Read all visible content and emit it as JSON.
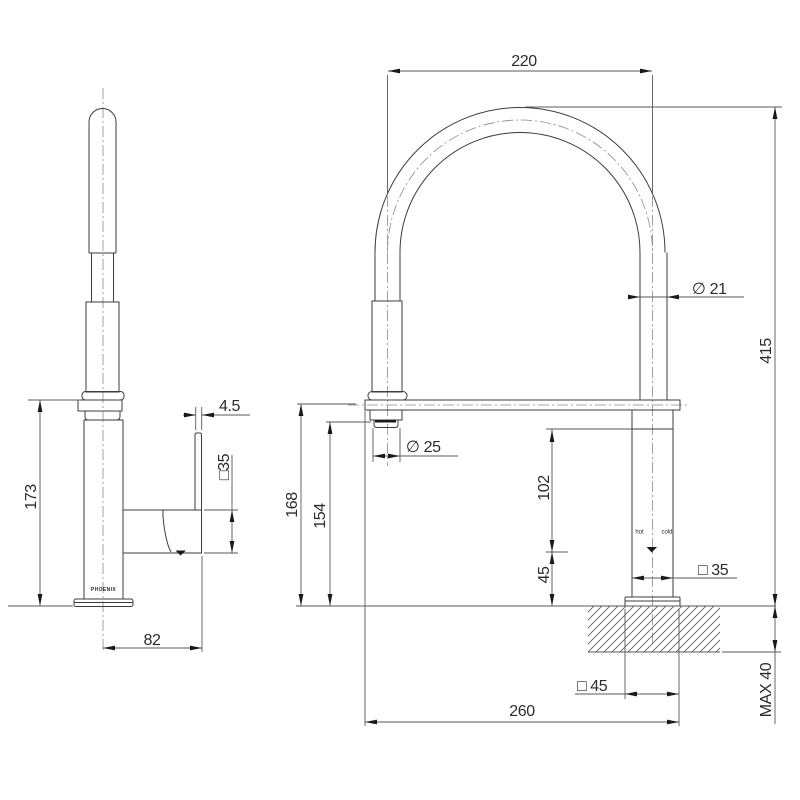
{
  "side_view": {
    "brand": "PHOENIX",
    "dims": {
      "height": "173",
      "reach": "82",
      "lever_thickness": "4.5",
      "handle_size": "□35"
    }
  },
  "front_view": {
    "port_labels": {
      "hot": "hot",
      "cold": "cold"
    },
    "dims": {
      "hose_arc_width": "220",
      "hose_diameter": "∅ 21",
      "height_above_bench": "415",
      "spout_outlet_diameter": "∅ 25",
      "arm_centre_height": "168",
      "outlet_clearance": "154",
      "upper_body_height": "102",
      "lower_body_height": "45",
      "body_size": "□ 35",
      "base_size": "□ 45",
      "overall_projection": "260",
      "bench_thickness": "MAX 40"
    }
  }
}
